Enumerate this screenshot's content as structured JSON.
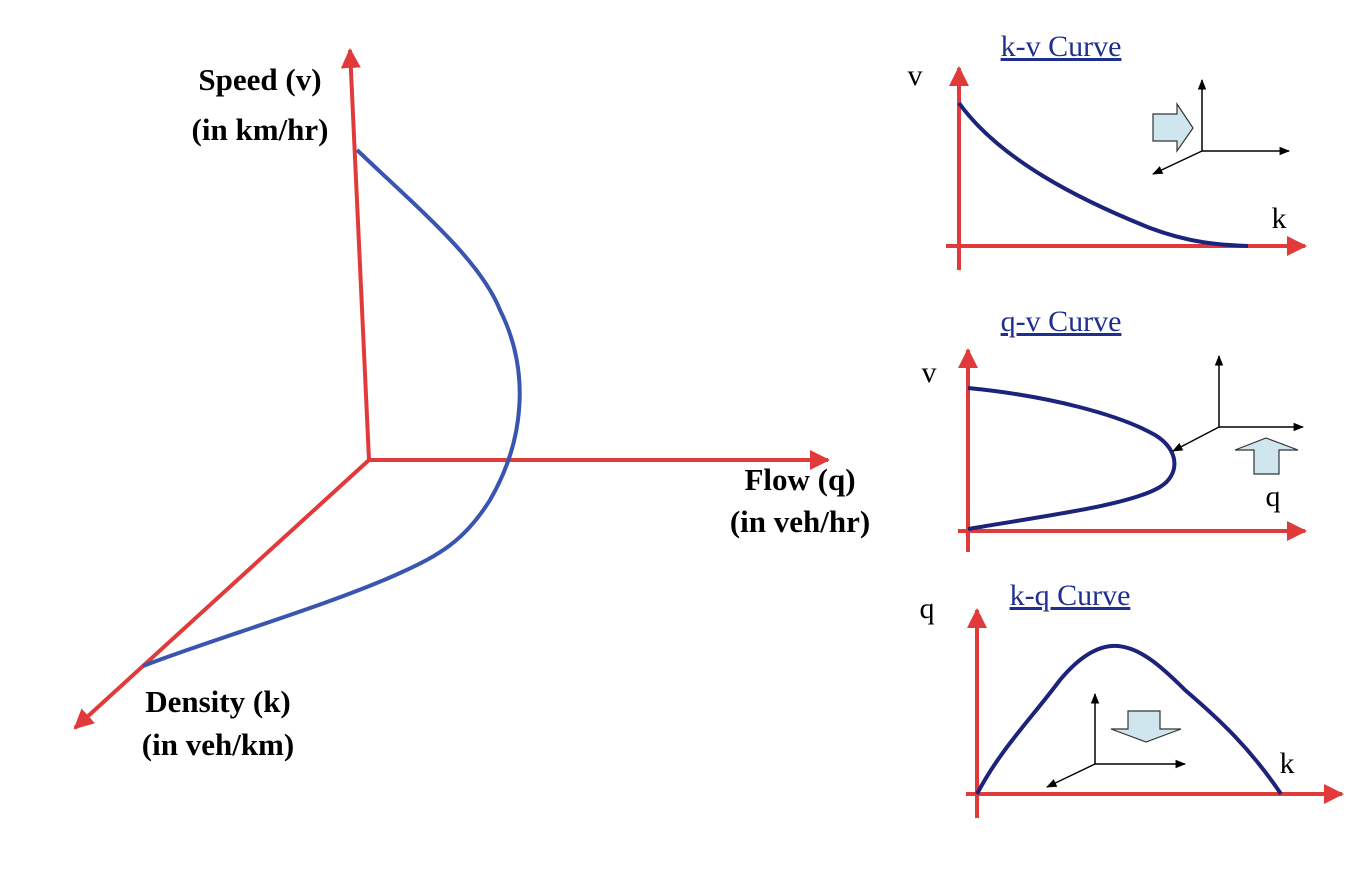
{
  "colors": {
    "axis": "#e03a3a",
    "main_curve": "#3a55b0",
    "panel_curve": "#1b237a",
    "mini_axes": "#000000",
    "block_arrow_fill": "#cfe6ee",
    "title": "#1f2f8f"
  },
  "main_diagram": {
    "speed_axis": {
      "line1": "Speed (v)",
      "line2": "(in km/hr)"
    },
    "flow_axis": {
      "line1": "Flow (q)",
      "line2": "(in veh/hr)"
    },
    "density_axis": {
      "line1": "Density (k)",
      "line2": "(in veh/km)"
    }
  },
  "panels": {
    "kv": {
      "title": "k-v Curve",
      "y_label": "v",
      "x_label": "k",
      "block_arrow": "right-arrow-icon"
    },
    "qv": {
      "title": "q-v Curve",
      "y_label": "v",
      "x_label": "q",
      "block_arrow": "up-arrow-icon"
    },
    "kq": {
      "title": "k-q Curve",
      "y_label": "q",
      "x_label": "k",
      "block_arrow": "down-arrow-icon"
    }
  }
}
